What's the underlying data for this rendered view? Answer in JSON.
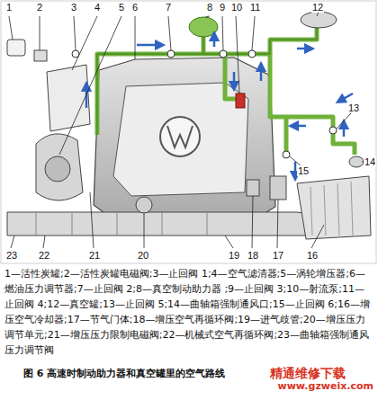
{
  "diagram": {
    "caption": "图 6  高速时制动助力器和真空罐里的空气路线",
    "labels": [
      "1",
      "2",
      "3",
      "4",
      "5",
      "6",
      "7",
      "8",
      "9",
      "10",
      "11",
      "12",
      "23",
      "22",
      "21",
      "20",
      "13",
      "14",
      "15",
      "16",
      "17",
      "18",
      "19",
      "1—活性炭罐;2—活性炭罐电磁阀;3—止回阀 1;4—空气滤清器;5—涡轮增压器;6—燃油压力调节器;7—止回阀 2;8—真空制动助力器 ;9—止回阀 3;10—射流泵;11—止回阀 4;12—真空罐;13—止回阀 5;14—曲轴箱强制通风口;15—止回阀 6;16—增压空气冷却器;17—节气门体;18—增压空气再循环阀;19—进气歧管;20—增压压力调节单元;21—增压压力限制电磁阀;22—机械式空气再循环阀;23—曲轴箱强制通风压力调节阀",
      "精通维修下载",
      "www.gzweix.com"
    ]
  }
}
